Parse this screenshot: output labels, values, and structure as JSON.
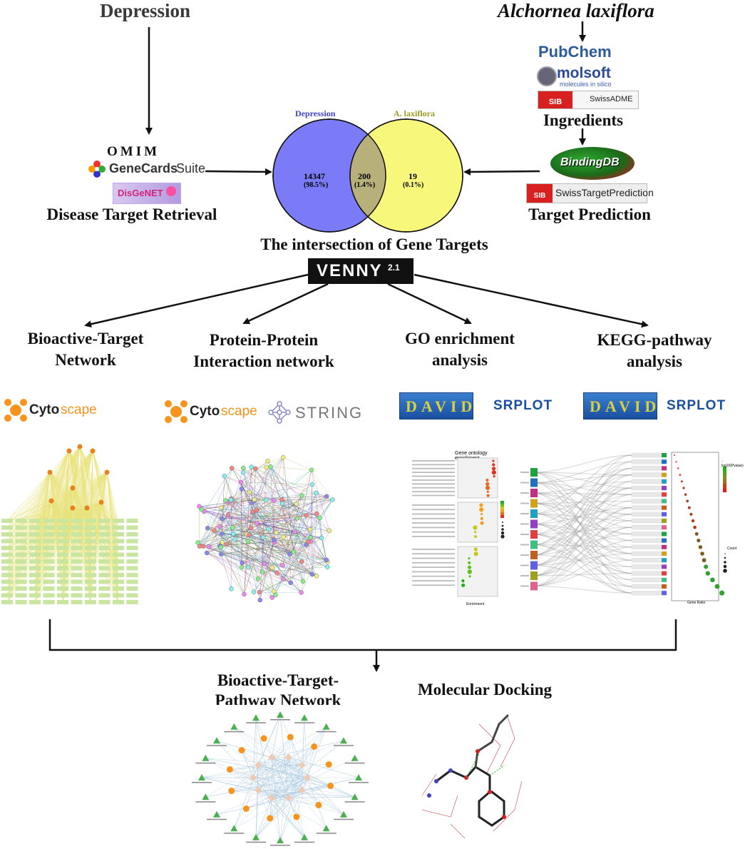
{
  "sources": {
    "left_heading": "Depression",
    "right_heading": "Alchornea laxiflora"
  },
  "databases": {
    "omim": "OMIM",
    "genecards": "GeneCards",
    "genecards_suffix": "Suite",
    "disgenet": "DisGeNET",
    "pubchem": "PubChem",
    "molsoft": "molsoft",
    "molsoft_tag": "molecules in silico",
    "swissadme": "SwissADME",
    "sib": "SIB",
    "bindingdb": "BindingDB",
    "swisstarget": "SwissTargetPrediction"
  },
  "labels": {
    "disease_retrieval": "Disease Target Retrieval",
    "ingredients": "Ingredients",
    "target_prediction": "Target Prediction",
    "intersection": "The intersection of Gene Targets",
    "venny": "VENNY",
    "venny_version": "2.1"
  },
  "venn": {
    "left_name": "Depression",
    "right_name": "A. laxiflora",
    "left_only": "14347",
    "left_pct": "(98.5%)",
    "overlap": "200",
    "overlap_pct": "(1.4%)",
    "right_only": "19",
    "right_pct": "(0.1%)",
    "left_color": "#7b7bf7",
    "right_color": "#f7f77b",
    "overlap_color": "#b8b07a"
  },
  "analyses": {
    "bioactive_l1": "Bioactive-Target",
    "bioactive_l2": "Network",
    "ppi_l1": "Protein-Protein",
    "ppi_l2": "Interaction network",
    "go_l1": "GO enrichment",
    "go_l2": "analysis",
    "kegg_l1": "KEGG-pathway",
    "kegg_l2": "analysis"
  },
  "tools": {
    "cytoscape_a": "Cyto",
    "cytoscape_b": "scape",
    "string": "STRING",
    "david": "DAVID",
    "srplot": "SRPLOT"
  },
  "go_panel": {
    "title": "Gene ontology enrichment",
    "xlabel": "Enrichment"
  },
  "kegg_panel": {
    "xlabel": "Gene Ratio",
    "legend1": "-log10(Pvalue)",
    "legend2": "Count"
  },
  "bottom": {
    "btp_l1": "Bioactive-Target-",
    "btp_l2": "Pathway Network",
    "docking": "Molecular Docking"
  }
}
